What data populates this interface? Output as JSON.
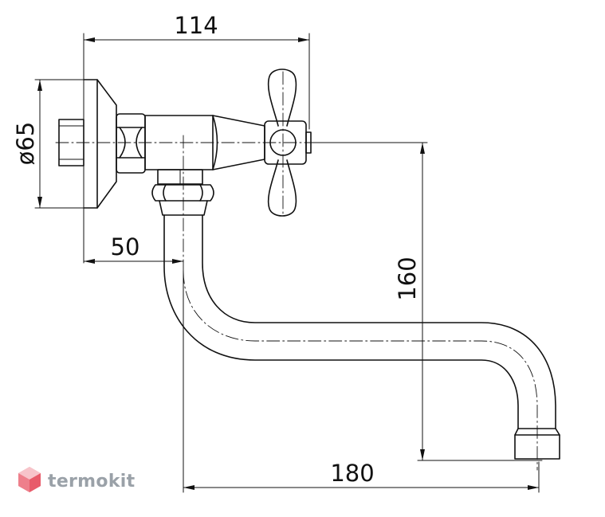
{
  "dimensions": {
    "width_top": "114",
    "diameter": "ø65",
    "offset": "50",
    "height": "160",
    "reach": "180"
  },
  "brand": {
    "name": "termokit",
    "accent_color": "#e85b6a",
    "text_color": "#9aa1a8"
  },
  "icons": {
    "logo": "hexagon-cube-icon"
  }
}
